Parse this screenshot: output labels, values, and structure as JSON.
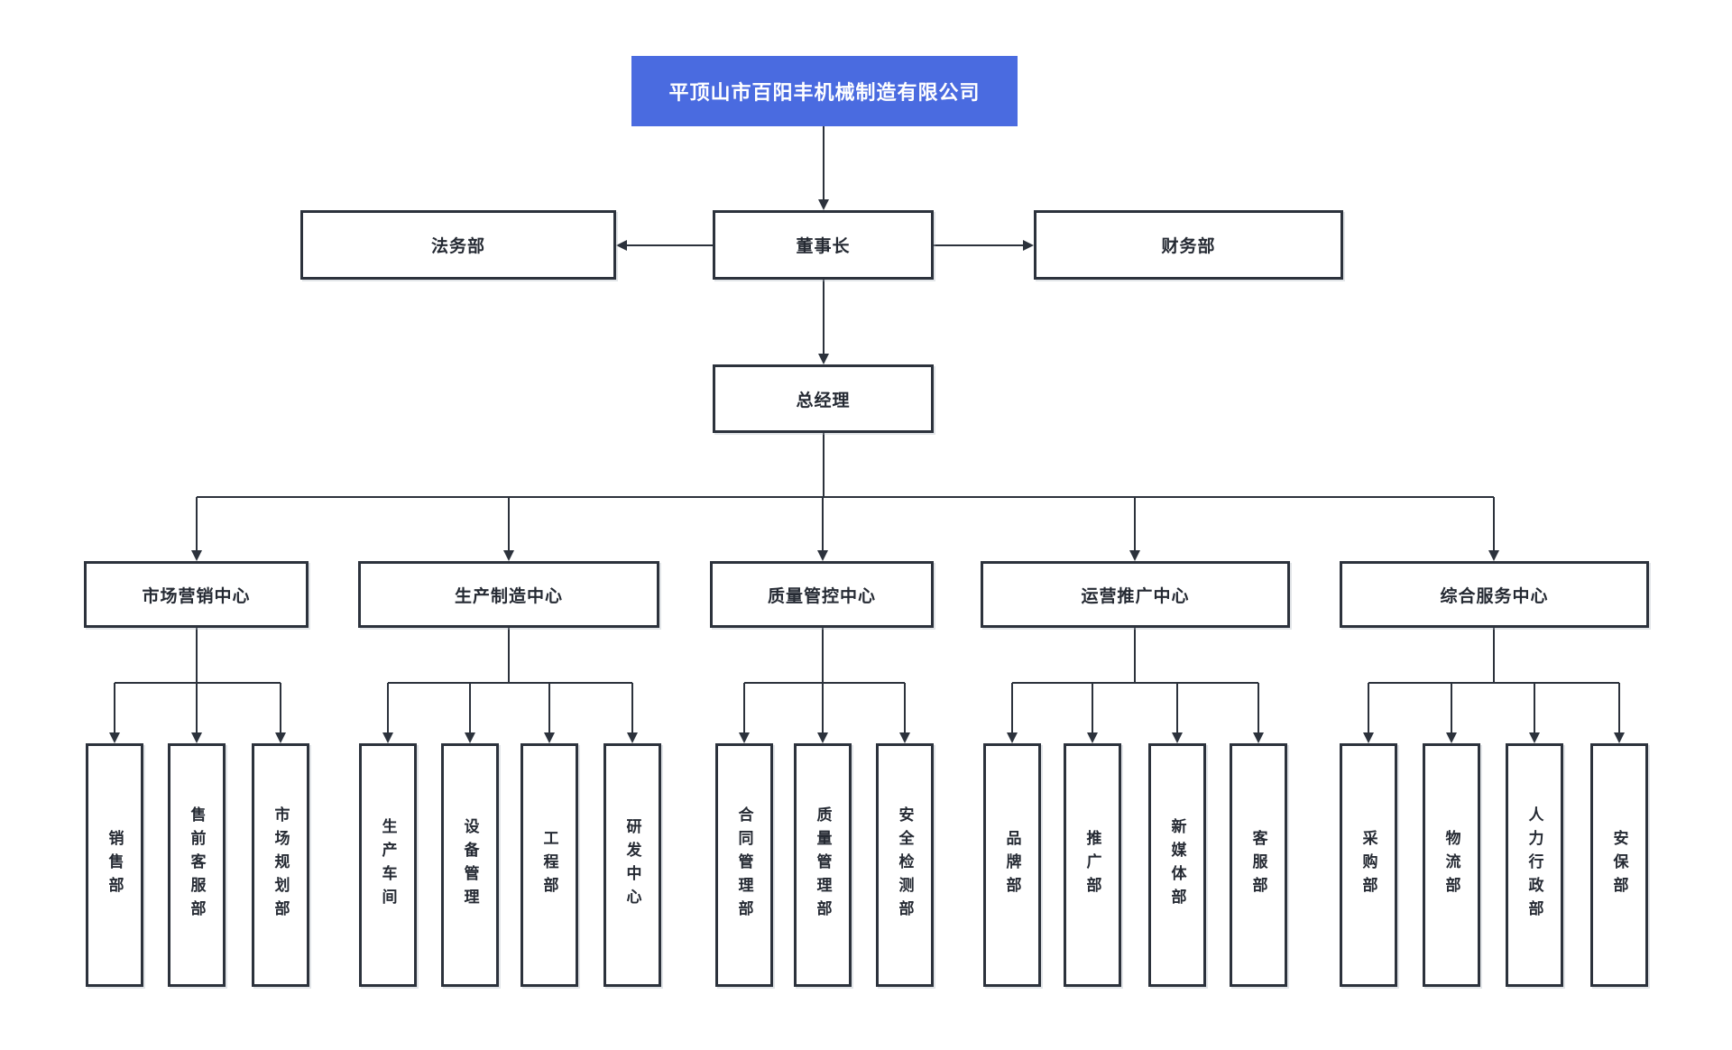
{
  "org": {
    "company": "平顶山市百阳丰机械制造有限公司",
    "executive": {
      "chairman": "董事长",
      "legal": "法务部",
      "finance": "财务部",
      "general_manager": "总经理"
    },
    "centers": [
      {
        "label": "市场营销中心",
        "departments": [
          "销售部",
          "售前客服部",
          "市场规划部"
        ]
      },
      {
        "label": "生产制造中心",
        "departments": [
          "生产车间",
          "设备管理",
          "工程部",
          "研发中心"
        ]
      },
      {
        "label": "质量管控中心",
        "departments": [
          "合同管理部",
          "质量管理部",
          "安全检测部"
        ]
      },
      {
        "label": "运营推广中心",
        "departments": [
          "品牌部",
          "推广部",
          "新媒体部",
          "客服部"
        ]
      },
      {
        "label": "综合服务中心",
        "departments": [
          "采购部",
          "物流部",
          "人力行政部",
          "安保部"
        ]
      }
    ],
    "colors": {
      "accent_blue": "#4a6be0",
      "box_border": "#2c323c",
      "connector_line": "#2c323c",
      "title_text": "#ffffff",
      "label_text": "#252a33",
      "background": "#ffffff"
    }
  }
}
